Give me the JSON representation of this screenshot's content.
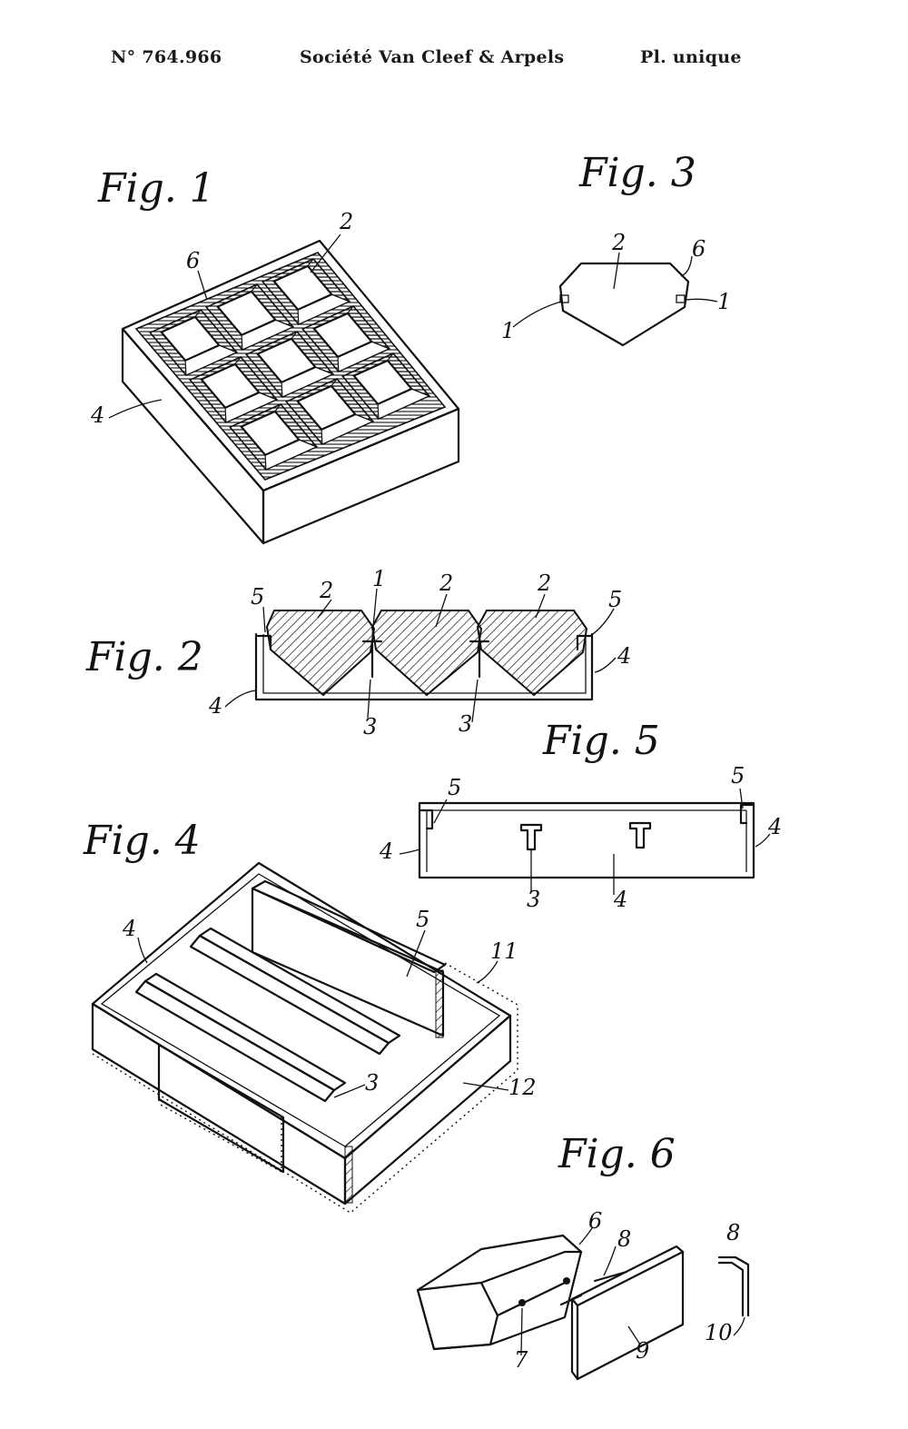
{
  "header": {
    "patent_number": "N° 764.966",
    "company": "Société Van Cleef & Arpels",
    "plate": "Pl. unique"
  },
  "figures": {
    "fig1": {
      "label": "Fig. 1",
      "refs": [
        "2",
        "6",
        "4"
      ]
    },
    "fig2": {
      "label": "Fig. 2",
      "refs": [
        "5",
        "2",
        "1",
        "2",
        "2",
        "5",
        "4",
        "4",
        "3",
        "3"
      ]
    },
    "fig3": {
      "label": "Fig. 3",
      "refs": [
        "2",
        "6",
        "1",
        "1"
      ]
    },
    "fig4": {
      "label": "Fig. 4",
      "refs": [
        "4",
        "5",
        "11",
        "3",
        "12"
      ]
    },
    "fig5": {
      "label": "Fig. 5",
      "refs": [
        "5",
        "5",
        "4",
        "4",
        "3",
        "4"
      ]
    },
    "fig6": {
      "label": "Fig. 6",
      "refs": [
        "6",
        "8",
        "8",
        "7",
        "9",
        "10"
      ]
    }
  }
}
